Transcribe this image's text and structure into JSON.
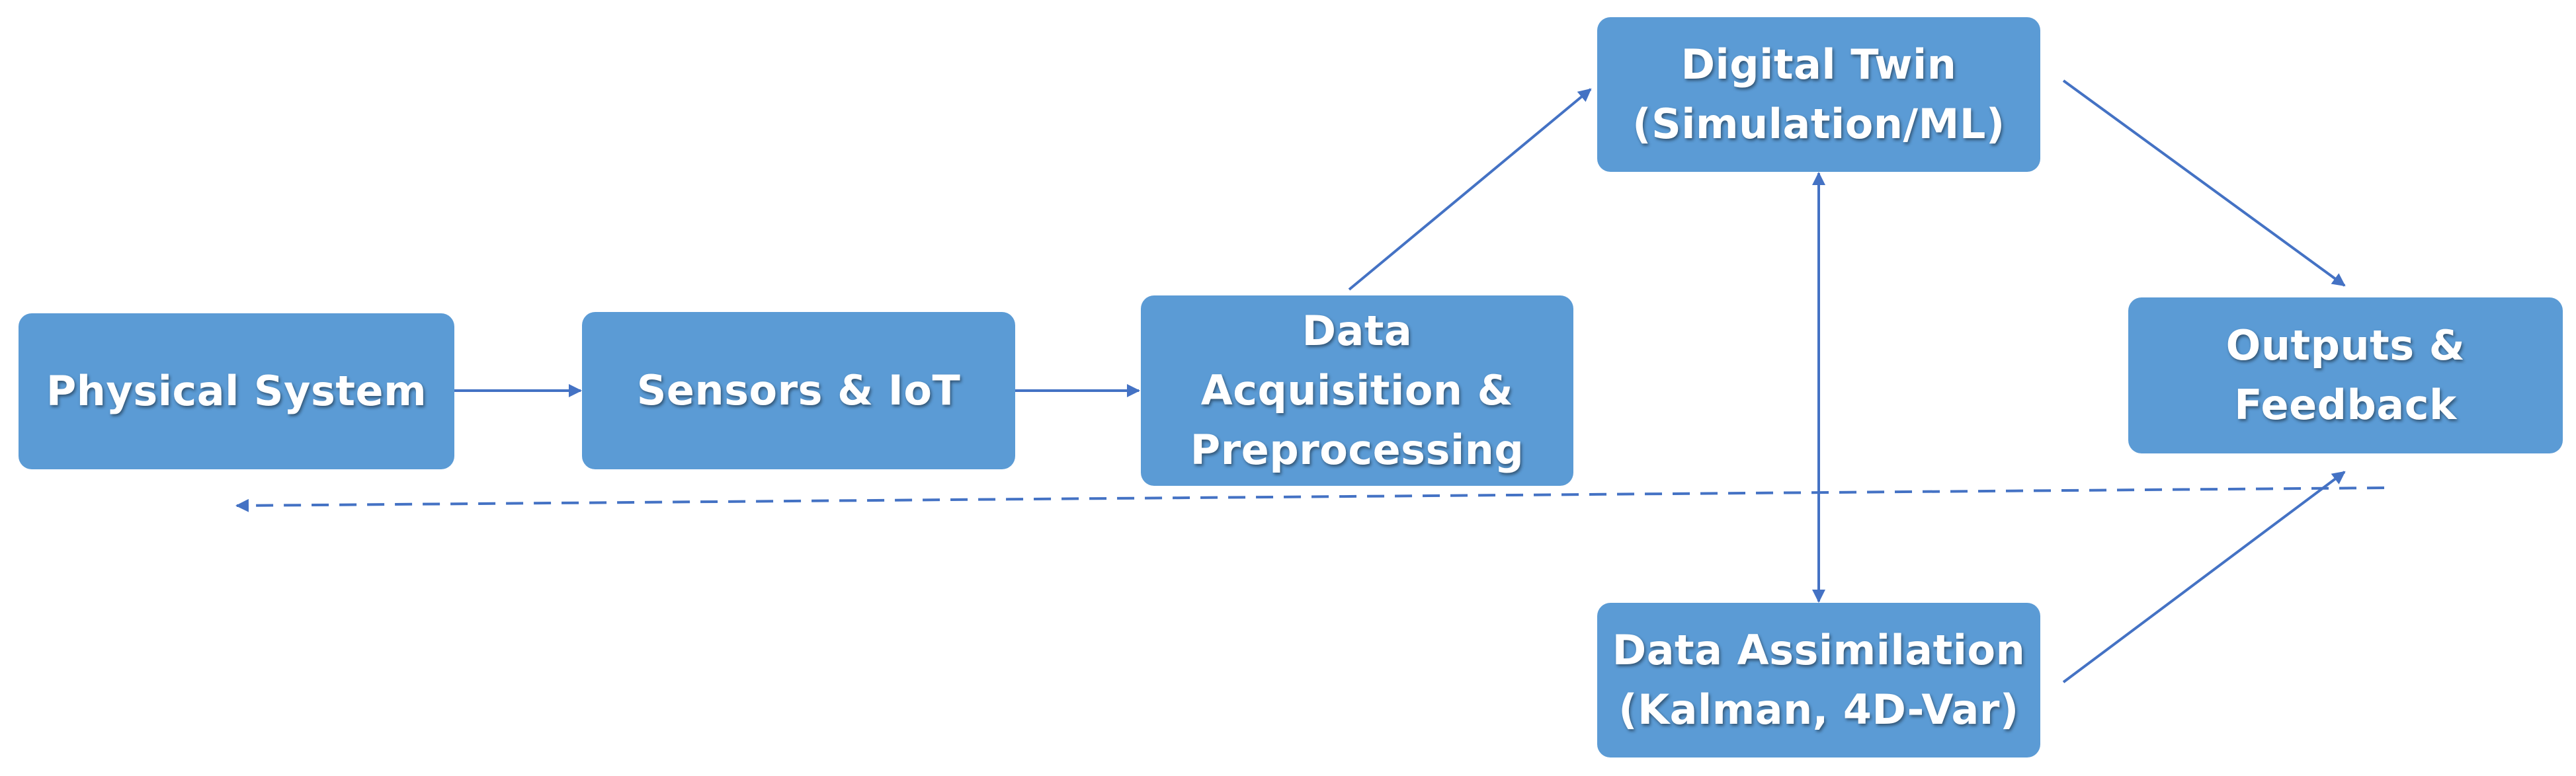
{
  "colors": {
    "box_fill": "#5b9bd5",
    "box_text": "#ffffff",
    "connector": "#4472c4"
  },
  "nodes": {
    "physical": {
      "label": "Physical System"
    },
    "sensors": {
      "label": "Sensors & IoT"
    },
    "acquisition": {
      "label": "Data\nAcquisition &\nPreprocessing"
    },
    "twin": {
      "label": "Digital Twin\n(Simulation/ML)"
    },
    "outputs": {
      "label": "Outputs &\nFeedback"
    },
    "assimilation": {
      "label": "Data Assimilation\n(Kalman, 4D-Var)"
    }
  },
  "edges": [
    {
      "from": "physical",
      "to": "sensors",
      "style": "solid",
      "direction": "forward"
    },
    {
      "from": "sensors",
      "to": "acquisition",
      "style": "solid",
      "direction": "forward"
    },
    {
      "from": "acquisition",
      "to": "twin",
      "style": "solid",
      "direction": "forward"
    },
    {
      "from": "twin",
      "to": "outputs",
      "style": "solid",
      "direction": "forward"
    },
    {
      "from": "assimilation",
      "to": "outputs",
      "style": "solid",
      "direction": "forward"
    },
    {
      "from": "twin",
      "to": "assimilation",
      "style": "solid",
      "direction": "both"
    },
    {
      "from": "outputs",
      "to": "physical",
      "style": "dashed",
      "direction": "forward"
    }
  ]
}
